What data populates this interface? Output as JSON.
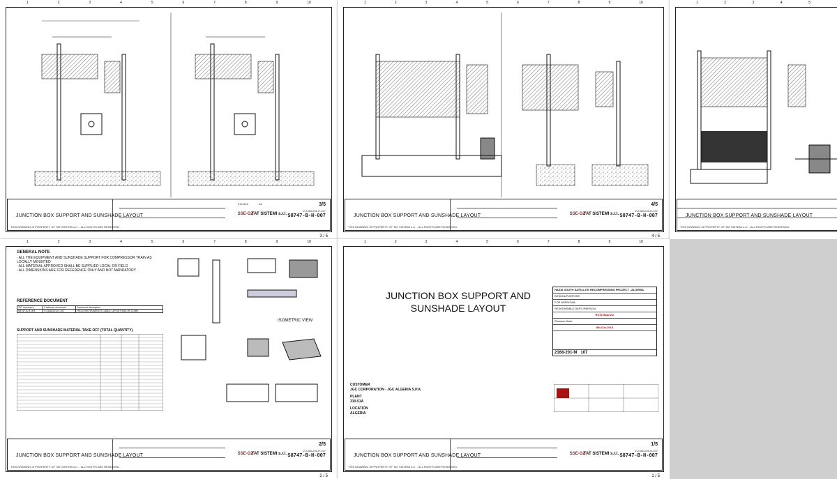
{
  "drawing_title": "JUNCTION BOX SUPPORT AND SUNSHADE LAYOUT",
  "doc_number": "S8747-B-H-007",
  "project_code": "V-2168-201-H-107",
  "client_logo": "SSE-GZ",
  "contractor": "TAT SISTEMI s.r.l.",
  "plant": "310-51A",
  "format": "A3",
  "copyright": "THIS DRAWING IS PROPERTY OF TAT SISTEMI s.r.l. - ALL RIGHTS ARE RESERVED.",
  "sheets": [
    {
      "sheet_label": "3/5",
      "page_label": "3 / 5"
    },
    {
      "sheet_label": "4/5",
      "page_label": "4 / 5"
    },
    {
      "sheet_label": "",
      "page_label": ""
    },
    {
      "sheet_label": "2/5",
      "page_label": "2 / 5"
    },
    {
      "sheet_label": "1/5",
      "page_label": "1 / 5"
    }
  ],
  "general_note": {
    "heading": "GENERAL NOTE",
    "lines": [
      "- ALL THE EQUIPMENT AND SUNSHADE SUPPORT FOR COMPRESSOR TRAIN AS LOCALLY MOUNTED",
      "- ALL MATERIAL APPROVED SHALL BE SUPPLIED LOCAL OR FIELD",
      "- ALL DIMENSIONS ARE FOR REFERENCE ONLY AND NOT MANDATORY"
    ]
  },
  "reference_doc": {
    "heading": "REFERENCE DOCUMENT",
    "cols": [
      "TAT document",
      "Customer document",
      "Document description"
    ],
    "row": [
      "S8747-B-H-003",
      "V-2168-201-H-101",
      "FIELD INSTRUMENTS CABLE LAYOUT AND JB CONN."
    ]
  },
  "material_take_off": {
    "heading": "SUPPORT AND SUNSHADE MATERIAL TAKE OFF (TOTAL QUANTITY)"
  },
  "isometric_label": "ISOMETRIC VIEW",
  "cover": {
    "title_line1": "JUNCTION BOX SUPPORT AND",
    "title_line2": "SUNSHADE LAYOUT",
    "customer_label": "CUSTOMER",
    "customer": "JGC CORPORATION - JGC ALGERIA S.P.A.",
    "plant_label": "PLANT",
    "plant": "310-51A",
    "location_label": "LOCATION",
    "location": "ALGERIA",
    "dist_title": "HASSI SOUTH SATELLITE RECOMPRESSING PROJECT - ALGERIA",
    "dist_rows": [
      "DESIGN/PURPOSE:",
      "FOR APPROVAL",
      "RESPONSIBLE DEPT./PERSON:",
      "Revision Date:"
    ],
    "resp_person": "ROTI Maurizio",
    "rev_date": "5th-Oct-2016",
    "doc_no": "2168-201-M",
    "rev": "107"
  }
}
